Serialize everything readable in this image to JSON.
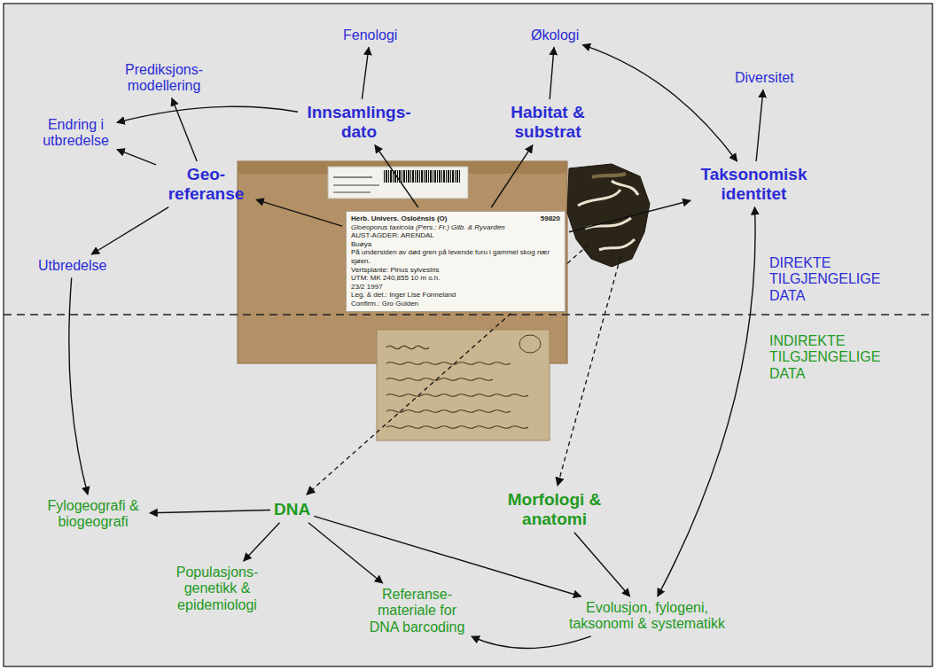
{
  "diagram": {
    "nodes": [
      {
        "text": [
          "Fenologi"
        ]
      },
      {
        "text": [
          "Økologi"
        ]
      },
      {
        "text": [
          "Prediksjons- modellering"
        ]
      },
      {
        "text": [
          "Diversitet"
        ]
      },
      {
        "text": [
          "Innsamlings- dato"
        ]
      },
      {
        "text": [
          "Habitat & substrat"
        ]
      },
      {
        "text": [
          "Endring i utbredelse"
        ]
      },
      {
        "text": [
          "Geo- referanse"
        ]
      },
      {
        "text": [
          "Taksonomisk identitet"
        ]
      },
      {
        "text": [
          "Herb. Univers. Osloënsis (O)",
          "59820",
          "Gloeoporus taxicola (Pers.: Fr.) Gilb. & Ryvarden",
          "AUST-AGDER: ARENDAL",
          "Buøya",
          "På undersiden av død gren på levende furu i gammel skog nær sjøen.",
          "Vertsplante: Pinus sylvestris",
          "UTM: MK 240,855 10 m o.h.",
          "23/2 1997",
          "Leg. & det.: Inger Lise Fonneland",
          "Confirm.: Gro Gulden"
        ]
      },
      {
        "text": [
          "Utbredelse"
        ]
      },
      {
        "text": [
          "Fylogeografi & biogeografi"
        ]
      },
      {
        "text": [
          "DNA"
        ]
      },
      {
        "text": [
          "Morfologi & anatomi"
        ]
      },
      {
        "text": [
          "Populasjons- genetikk & epidemiologi"
        ]
      },
      {
        "text": [
          "Referanse- materiale for DNA barcoding"
        ]
      },
      {
        "text": [
          "Evolusjon, fylogeni, taksonomi & systematikk"
        ]
      }
    ],
    "edges": [
      {
        "from": 4,
        "to": 0,
        "arrow": "to"
      },
      {
        "from": 4,
        "to": 6,
        "arrow": "to"
      },
      {
        "from": 5,
        "to": 1,
        "arrow": "to"
      },
      {
        "from": 1,
        "to": 8,
        "arrow": "both"
      },
      {
        "from": 8,
        "to": 3,
        "arrow": "to"
      },
      {
        "from": 7,
        "to": 2,
        "arrow": "to"
      },
      {
        "from": 7,
        "to": 6,
        "arrow": "to"
      },
      {
        "from": 7,
        "to": 10,
        "arrow": "to"
      },
      {
        "from": 9,
        "to": 7,
        "arrow": "to"
      },
      {
        "from": 9,
        "to": 4,
        "arrow": "to"
      },
      {
        "from": 9,
        "to": 5,
        "arrow": "to"
      },
      {
        "from": 9,
        "to": 8,
        "arrow": "to"
      },
      {
        "from": 10,
        "to": 11,
        "arrow": "to"
      },
      {
        "from": 12,
        "to": 11,
        "arrow": "to"
      },
      {
        "from": 12,
        "to": 14,
        "arrow": "to"
      },
      {
        "from": 12,
        "to": 15,
        "arrow": "to"
      },
      {
        "from": 12,
        "to": 16,
        "arrow": "to"
      },
      {
        "from": 13,
        "to": 16,
        "arrow": "to"
      },
      {
        "from": 8,
        "to": 16,
        "arrow": "both"
      },
      {
        "from": 16,
        "to": 15,
        "arrow": "to"
      }
    ],
    "labels": [
      "DIREKTE TILGJENGELIGE DATA",
      "INDIREKTE TILGJENGELIGE DATA"
    ]
  }
}
